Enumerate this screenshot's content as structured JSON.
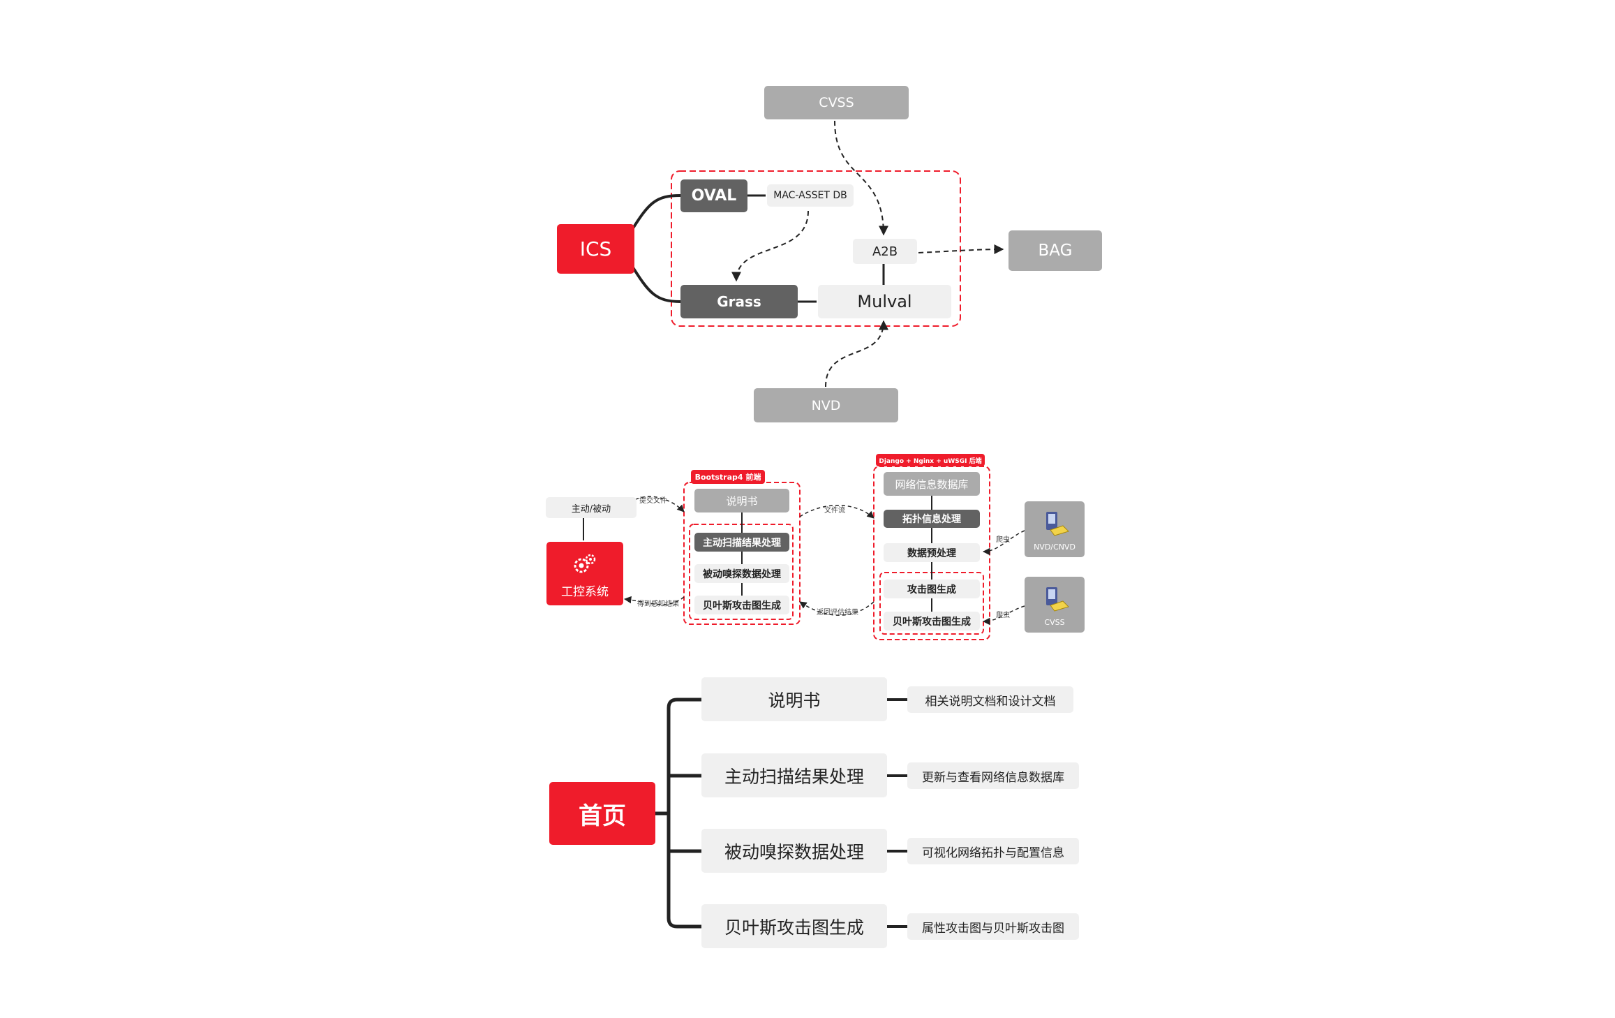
{
  "top": {
    "ics": "ICS",
    "oval": "OVAL",
    "mac_asset_db": "MAC-ASSET DB",
    "grass": "Grass",
    "mulval": "Mulval",
    "a2b": "A2B",
    "cvss": "CVSS",
    "bag": "BAG",
    "nvd": "NVD"
  },
  "middle": {
    "mode": "主动/被动",
    "ics_system": "工控系统",
    "edge_submit": "提交文件",
    "edge_perceive": "得到感知结果",
    "frontend_tag": "Bootstrap4 前端",
    "manual": "说明书",
    "active_scan": "主动扫描结果处理",
    "passive_sniff": "被动嗅探数据处理",
    "bayes_front": "贝叶斯攻击图生成",
    "edge_file_stream": "文件流",
    "edge_return_eval": "返回评估结果",
    "backend_tag": "Django + Nginx + uWSGI 后端",
    "net_db": "网络信息数据库",
    "topo": "拓扑信息处理",
    "preprocess": "数据预处理",
    "attack_graph": "攻击图生成",
    "bayes_back": "贝叶斯攻击图生成",
    "edge_crawl1": "爬虫",
    "edge_crawl2": "爬虫",
    "nvd_cnvd": "NVD/CNVD",
    "cvss": "CVSS"
  },
  "bottom": {
    "home": "首页",
    "items": [
      {
        "label": "说明书",
        "desc": "相关说明文档和设计文档"
      },
      {
        "label": "主动扫描结果处理",
        "desc": "更新与查看网络信息数据库"
      },
      {
        "label": "被动嗅探数据处理",
        "desc": "可视化网络拓扑与配置信息"
      },
      {
        "label": "贝叶斯攻击图生成",
        "desc": "属性攻击图与贝叶斯攻击图"
      }
    ]
  },
  "colors": {
    "accent_red": "#ef1c2b",
    "dark_node": "#626262",
    "grey_node": "#ababab",
    "light_node": "#f0f0f0",
    "line": "#222222"
  },
  "icons": [
    "gear-icon",
    "database-computer-icon"
  ]
}
